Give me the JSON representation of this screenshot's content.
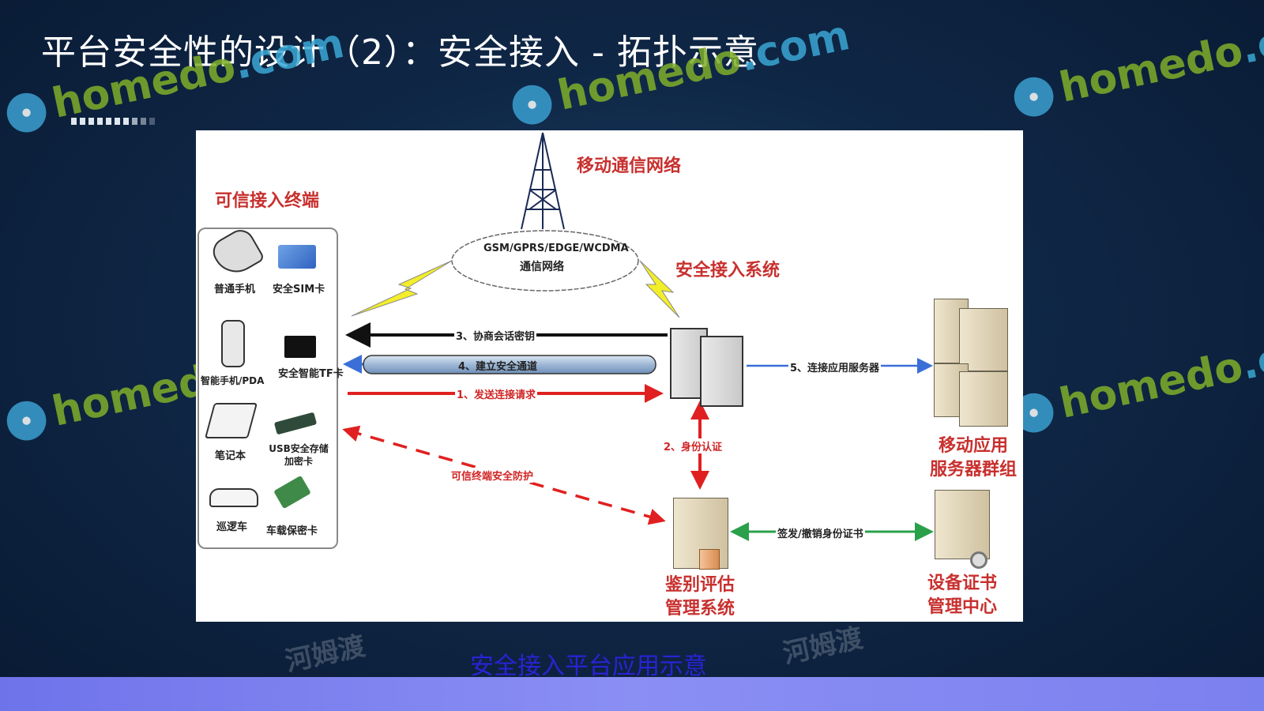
{
  "slide": {
    "title": "平台安全性的设计（2）：安全接入  -  拓扑示意",
    "caption": "安全接入平台应用示意"
  },
  "watermark": {
    "brand": "homedo",
    "suffix": ".com",
    "cn": "河姆渡"
  },
  "diagram": {
    "network_title": "移动通信网络",
    "cloud_line1": "GSM/GPRS/EDGE/WCDMA",
    "cloud_line2": "通信网络",
    "terminals_title": "可信接入终端",
    "access_system": "安全接入系统",
    "terminals": [
      {
        "label": "普通手机",
        "icon": "flip-phone-icon"
      },
      {
        "label": "安全SIM卡",
        "icon": "sim-card-icon"
      },
      {
        "label": "智能手机/PDA",
        "icon": "pda-icon"
      },
      {
        "label": "安全智能TF卡",
        "icon": "tf-card-icon"
      },
      {
        "label": "笔记本",
        "icon": "laptop-icon"
      },
      {
        "label": "USB安全存储加密卡",
        "icon": "usb-key-icon"
      },
      {
        "label": "巡逻车",
        "icon": "patrol-car-icon"
      },
      {
        "label": "车载保密卡",
        "icon": "circuit-card-icon"
      }
    ],
    "steps": {
      "s1": "1、发送连接请求",
      "s2": "2、身份认证",
      "s3": "3、协商会话密钥",
      "s4": "4、建立安全通道",
      "s5": "5、连接应用服务器",
      "protect": "可信终端安全防护",
      "cert": "签发/撤销身份证书"
    },
    "app_servers": [
      "移动应用",
      "服务器群组"
    ],
    "auth_system": [
      "鉴别评估",
      "管理系统"
    ],
    "cert_center": [
      "设备证书",
      "管理中心"
    ]
  },
  "colors": {
    "red": "#c8302e",
    "blue": "#3a6fd8",
    "green": "#2aa04a",
    "caption": "#2a22d6"
  }
}
